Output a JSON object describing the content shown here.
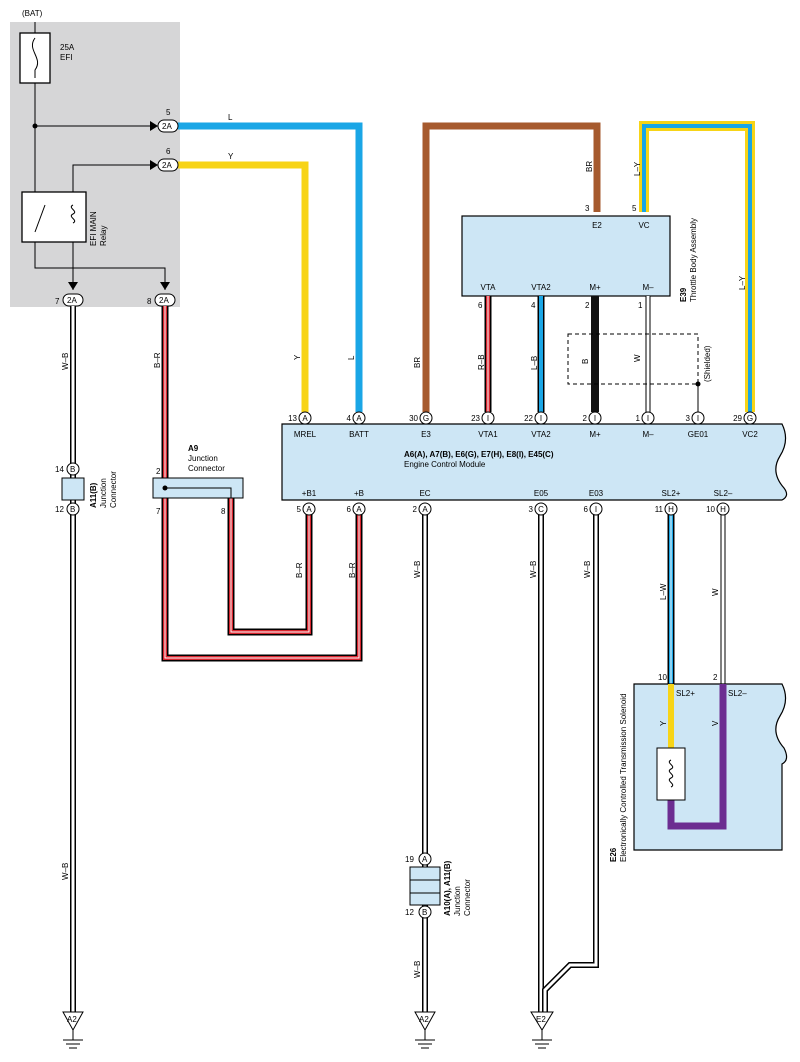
{
  "colors": {
    "panel_gray": "#d6d6d7",
    "component_blue": "#cde6f5",
    "wire_L": "#1aa6e6",
    "wire_Y": "#f7d417",
    "wire_BR": "#a65a2e",
    "wire_R": "#d8262f",
    "wire_V": "#6c2d91",
    "wire_B": "#111111"
  },
  "power": {
    "bat_label": "(BAT)",
    "fuse_rating": "25A",
    "fuse_name": "EFI",
    "relay_line1": "EFI MAIN",
    "relay_line2": "Relay"
  },
  "connectors": {
    "c2a": "2A",
    "pin5": "5",
    "pin6": "6",
    "pin7": "7",
    "pin8": "8"
  },
  "a11": {
    "code": "A11(B)",
    "line2": "Junction",
    "line3": "Connector",
    "pin_top": "14",
    "pin_bottom": "12",
    "letter": "B"
  },
  "a9": {
    "code": "A9",
    "line2": "Junction",
    "line3": "Connector",
    "pin2": "2",
    "pin7": "7",
    "pin8": "8"
  },
  "throttle": {
    "code": "E39",
    "name": "Throttle Body Assembly",
    "shielded": "(Shielded)",
    "terms": [
      {
        "pin": "3",
        "name": "E2"
      },
      {
        "pin": "5",
        "name": "VC"
      },
      {
        "pin": "6",
        "name": "VTA"
      },
      {
        "pin": "4",
        "name": "VTA2"
      },
      {
        "pin": "2",
        "name": "M+"
      },
      {
        "pin": "1",
        "name": "M–"
      }
    ]
  },
  "ecm": {
    "codes": "A6(A), A7(B), E6(G), E7(H), E8(I), E45(C)",
    "name": "Engine Control Module",
    "top_terms": [
      {
        "pin": "13",
        "conn": "A",
        "name": "MREL"
      },
      {
        "pin": "4",
        "conn": "A",
        "name": "BATT"
      },
      {
        "pin": "30",
        "conn": "G",
        "name": "E3"
      },
      {
        "pin": "23",
        "conn": "I",
        "name": "VTA1"
      },
      {
        "pin": "22",
        "conn": "I",
        "name": "VTA2"
      },
      {
        "pin": "2",
        "conn": "I",
        "name": "M+"
      },
      {
        "pin": "1",
        "conn": "I",
        "name": "M–"
      },
      {
        "pin": "3",
        "conn": "I",
        "name": "GE01"
      },
      {
        "pin": "29",
        "conn": "G",
        "name": "VC2"
      }
    ],
    "bottom_terms": [
      {
        "pin": "5",
        "conn": "A",
        "name": "+B1"
      },
      {
        "pin": "6",
        "conn": "A",
        "name": "+B"
      },
      {
        "pin": "2",
        "conn": "A",
        "name": "EC"
      },
      {
        "pin": "3",
        "conn": "C",
        "name": "E05"
      },
      {
        "pin": "6",
        "conn": "I",
        "name": "E03"
      },
      {
        "pin": "11",
        "conn": "H",
        "name": "SL2+"
      },
      {
        "pin": "10",
        "conn": "H",
        "name": "SL2–"
      }
    ]
  },
  "a10": {
    "code": "A10(A), A11(B)",
    "line2": "Junction",
    "line3": "Connector",
    "pin_top": "19",
    "letter_top": "A",
    "pin_bottom": "12",
    "letter_bottom": "B"
  },
  "solenoid": {
    "code": "E26",
    "name": "Electronically Controlled Transmission Solenoid",
    "pin_plus": "10",
    "pin_minus": "2",
    "term_plus": "SL2+",
    "term_minus": "SL2–"
  },
  "wires": {
    "L": "L",
    "Y": "Y",
    "BR": "BR",
    "LY": "L–Y",
    "RB": "R–B",
    "LB": "L–B",
    "B": "B",
    "W": "W",
    "WB": "W–B",
    "BR2": "B–R",
    "LW": "L–W",
    "V": "V"
  },
  "grounds": {
    "a2": "A2",
    "e2": "E2"
  }
}
